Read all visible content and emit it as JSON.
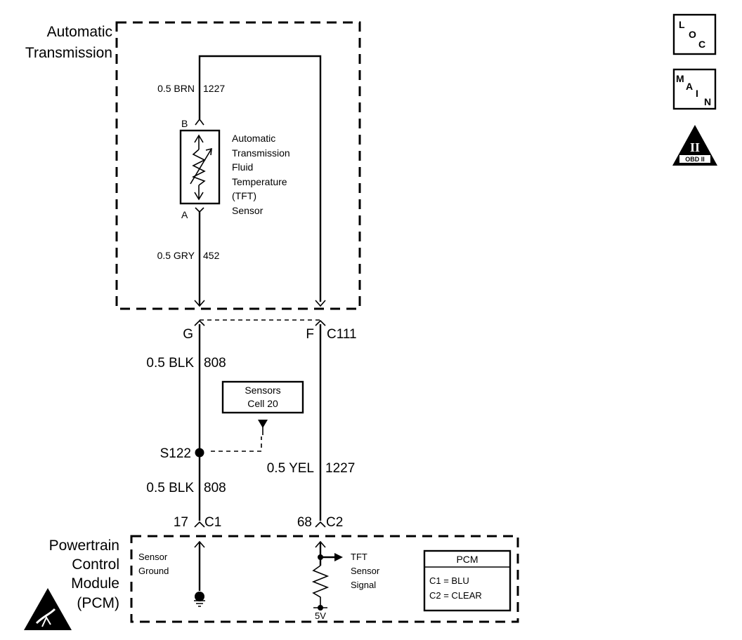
{
  "transmission": {
    "title_line1": "Automatic",
    "title_line2": "Transmission"
  },
  "tft_sensor": {
    "label_lines": [
      "Automatic",
      "Transmission",
      "Fluid",
      "Temperature",
      "(TFT)",
      "Sensor"
    ],
    "pin_b": "B",
    "pin_a": "A"
  },
  "wires": {
    "brn": {
      "gauge_color": "0.5 BRN",
      "circuit": "1227"
    },
    "gry": {
      "gauge_color": "0.5 GRY",
      "circuit": "452"
    },
    "blk_upper": {
      "gauge_color": "0.5 BLK",
      "circuit": "808"
    },
    "blk_lower": {
      "gauge_color": "0.5 BLK",
      "circuit": "808"
    },
    "yel": {
      "gauge_color": "0.5 YEL",
      "circuit": "1227"
    }
  },
  "connector_c111": {
    "pin_g": "G",
    "pin_f": "F",
    "name": "C111"
  },
  "splice": {
    "name": "S122"
  },
  "sensors_ref": {
    "line1": "Sensors",
    "line2": "Cell  20"
  },
  "pcm_connectors": {
    "pin_17": "17",
    "c1": "C1",
    "pin_68": "68",
    "c2": "C2"
  },
  "pcm": {
    "title_lines": [
      "Powertrain",
      "Control",
      "Module",
      "(PCM)"
    ],
    "sensor_ground_lines": [
      "Sensor",
      "Ground"
    ],
    "tft_signal_lines": [
      "TFT",
      "Sensor",
      "Signal"
    ],
    "reference_voltage": "5V",
    "legend": {
      "header": "PCM",
      "row1": "C1  =  BLU",
      "row2": "C2  =  CLEAR"
    }
  },
  "nav": {
    "loc": {
      "l": "L",
      "o": "O",
      "c": "C"
    },
    "main": {
      "m": "M",
      "a": "A",
      "i": "I",
      "n": "N"
    },
    "obd": {
      "roman": "II",
      "label": "OBD II"
    }
  }
}
